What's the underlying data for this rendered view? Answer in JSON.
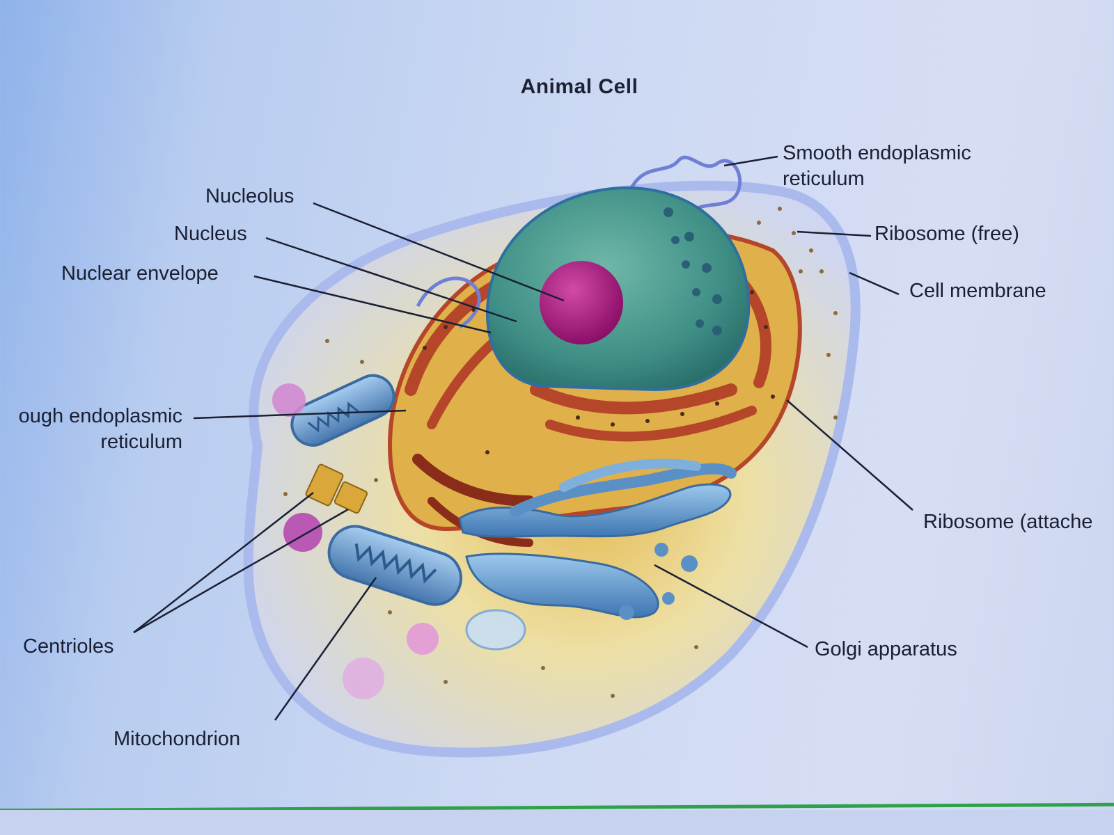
{
  "diagram": {
    "title": "Animal Cell",
    "labels": {
      "smooth_er": "Smooth endoplasmic\nreticulum",
      "nucleolus": "Nucleolus",
      "nucleus": "Nucleus",
      "nuclear_envelope": "Nuclear envelope",
      "ribosome_free": "Ribosome (free)",
      "cell_membrane": "Cell membrane",
      "rough_er": "ough endoplasmic\nreticulum",
      "ribosome_attached": "Ribosome (attache",
      "centrioles": "Centrioles",
      "golgi": "Golgi apparatus",
      "mitochondrion": "Mitochondrion"
    }
  },
  "colors": {
    "cytoplasm": "#e9e6b6",
    "membrane": "#a9b9ec",
    "nucleus": "#3f8f86",
    "nucleolus": "#a3187a",
    "rough_er": "#b5462a",
    "golgi": "#5a90c6",
    "mitochondria": "#4f86bd",
    "centrioles": "#d9a73a",
    "leader": "#1a1f33",
    "rule": "#2fa14b"
  }
}
